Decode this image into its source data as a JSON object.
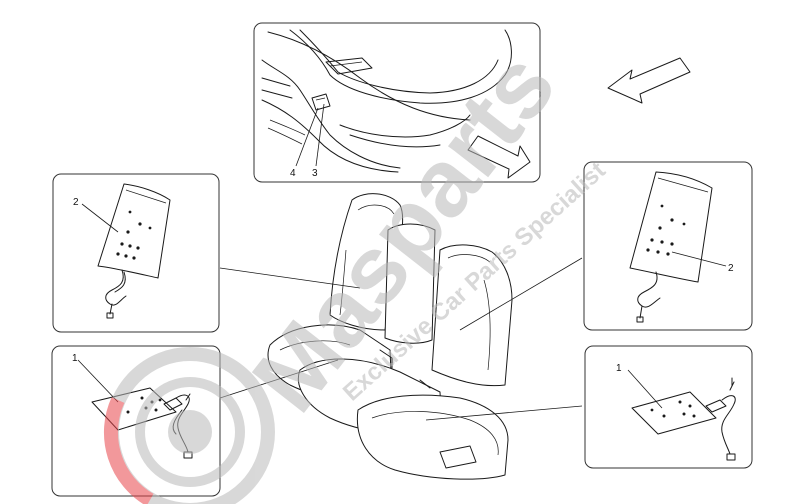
{
  "callouts": {
    "top_left": "4",
    "top_right": "3",
    "mid_left": "2",
    "mid_right": "2",
    "bot_left": "1",
    "bot_right": "1"
  },
  "watermark": {
    "brand": "Masparts",
    "tagline": "Exclusive Car Parts Specialist"
  },
  "colors": {
    "line": "#1a1a1a",
    "watermark_gray": "#b9b9b9",
    "watermark_red": "#e8444a"
  }
}
